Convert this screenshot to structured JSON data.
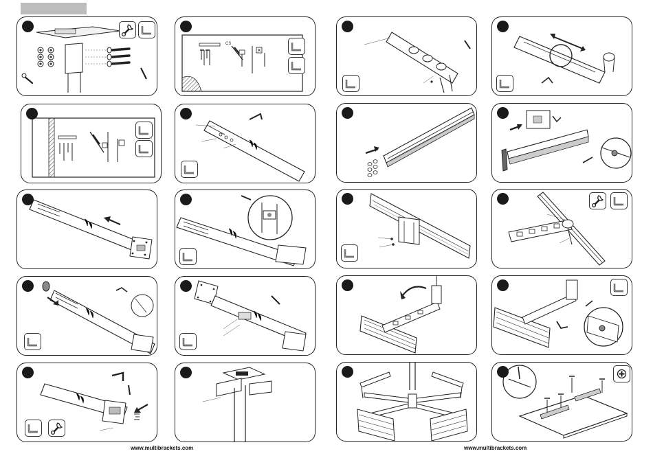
{
  "header": {
    "bar_color": "#bdbdbd"
  },
  "page": {
    "left_url": "www.multibrackets.com",
    "right_url": "www.multibrackets.com",
    "cs_label": "CS"
  },
  "steps_left": [
    {
      "id": "L1",
      "tools": [
        "wrench-icon",
        "hex-key-icon"
      ]
    },
    {
      "id": "L2",
      "tools": [
        "hex-key-icon",
        "hex-key-icon"
      ]
    },
    {
      "id": "L3",
      "tools": [
        "hex-key-icon",
        "hex-key-icon"
      ]
    },
    {
      "id": "L4",
      "tools": [
        "hex-key-icon"
      ]
    },
    {
      "id": "L5",
      "tools": []
    },
    {
      "id": "L6",
      "tools": [
        "hex-key-icon"
      ]
    },
    {
      "id": "L7",
      "tools": [
        "hex-key-icon"
      ]
    },
    {
      "id": "L8",
      "tools": [
        "hex-key-icon"
      ]
    },
    {
      "id": "L9",
      "tools": [
        "hex-key-icon",
        "wrench-icon"
      ]
    },
    {
      "id": "L10",
      "tools": []
    }
  ],
  "steps_right": [
    {
      "id": "R1",
      "tools": [
        "hex-key-icon"
      ]
    },
    {
      "id": "R2",
      "tools": [
        "hex-key-icon"
      ]
    },
    {
      "id": "R3",
      "tools": []
    },
    {
      "id": "R4",
      "tools": []
    },
    {
      "id": "R5",
      "tools": [
        "hex-key-icon"
      ]
    },
    {
      "id": "R6",
      "tools": [
        "wrench-icon",
        "hex-key-icon"
      ]
    },
    {
      "id": "R7",
      "tools": []
    },
    {
      "id": "R8",
      "tools": [
        "hex-key-icon"
      ]
    },
    {
      "id": "R9",
      "tools": []
    },
    {
      "id": "R10",
      "tools": [
        "screwdriver-icon"
      ]
    }
  ]
}
